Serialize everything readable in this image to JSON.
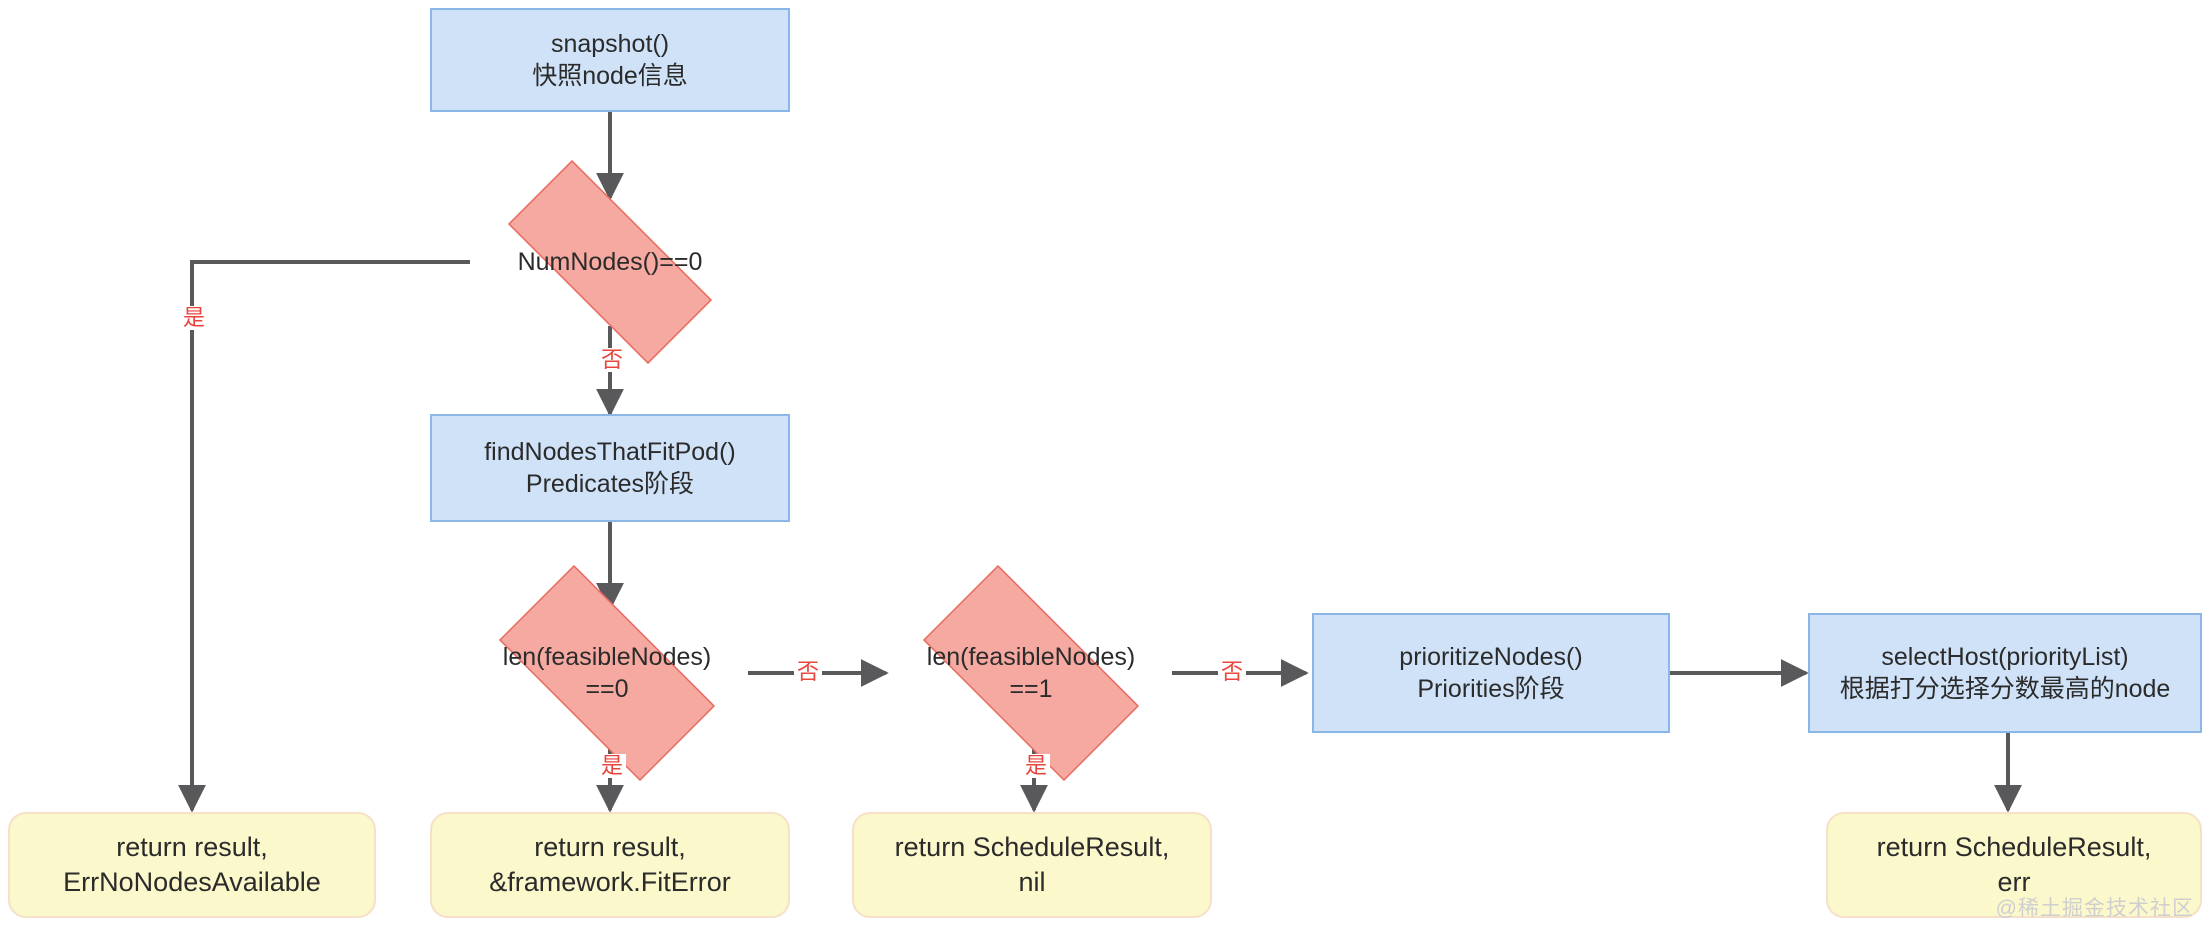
{
  "diagram": {
    "title": "Kubernetes scheduler schedulePod flow",
    "watermark": "@稀土掘金技术社区",
    "colors": {
      "process_fill": "#cfe2f7",
      "process_stroke": "#8bb7e8",
      "decision_fill": "#f5a9a0",
      "decision_stroke": "#e8695c",
      "terminal_fill": "#fbf8cc",
      "terminal_stroke": "#f6e0c8",
      "edge_stroke": "#59595b",
      "edge_label": "#e8453c",
      "text": "#2b2b2b"
    }
  },
  "nodes": {
    "snapshot": {
      "shape": "process",
      "text": "snapshot()\n快照node信息"
    },
    "num_nodes_zero": {
      "shape": "decision",
      "text": "NumNodes()==0"
    },
    "find_nodes": {
      "shape": "process",
      "text": "findNodesThatFitPod()\nPredicates阶段"
    },
    "feasible_zero": {
      "shape": "decision",
      "text": "len(feasibleNodes)\n==0"
    },
    "feasible_one": {
      "shape": "decision",
      "text": "len(feasibleNodes)\n==1"
    },
    "prioritize_nodes": {
      "shape": "process",
      "text": "prioritizeNodes()\nPriorities阶段"
    },
    "select_host": {
      "shape": "process",
      "text": "selectHost(priorityList)\n根据打分选择分数最高的node"
    },
    "return_err_no_nodes": {
      "shape": "terminal",
      "text": "return result,\nErrNoNodesAvailable"
    },
    "return_fit_error": {
      "shape": "terminal",
      "text": "return result,\n&framework.FitError"
    },
    "return_schedule_nil": {
      "shape": "terminal",
      "text": "return ScheduleResult,\nnil"
    },
    "return_schedule_err": {
      "shape": "terminal",
      "text": "return ScheduleResult,\nerr"
    }
  },
  "edge_labels": {
    "num_nodes_yes": "是",
    "num_nodes_no": "否",
    "feasible_zero_yes": "是",
    "feasible_zero_no": "否",
    "feasible_one_yes": "是",
    "feasible_one_no": "否"
  }
}
